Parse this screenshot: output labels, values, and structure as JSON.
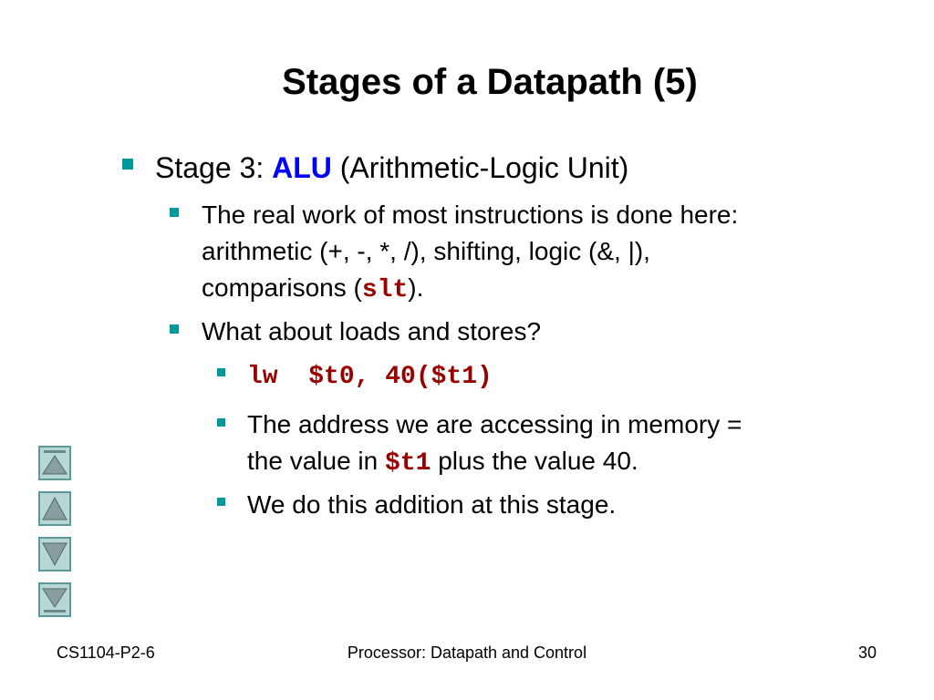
{
  "slide": {
    "title": "Stages of a Datapath (5)",
    "l1": {
      "prefix": "Stage 3: ",
      "highlight": "ALU",
      "suffix": " (Arithmetic-Logic Unit)"
    },
    "l2a": {
      "line1": "The real work of most instructions is done here:",
      "line2": "arithmetic (+, -, *, /), shifting, logic (&, |),",
      "line3_prefix": "comparisons (",
      "line3_code": "slt",
      "line3_suffix": ")."
    },
    "l2b": "What about loads and stores?",
    "l3a_code": "lw  $t0, 40($t1)",
    "l3b": {
      "line1": "The address we are accessing in memory =",
      "line2_prefix": "the value in ",
      "line2_code": "$t1",
      "line2_suffix": " plus the value 40."
    },
    "l3c": "We do this addition at this stage."
  },
  "footer": {
    "left": "CS1104-P2-6",
    "center": "Processor: Datapath and Control",
    "right": "30"
  },
  "nav": {
    "icons": [
      "first-slide-icon",
      "previous-slide-icon",
      "next-slide-icon",
      "last-slide-icon"
    ]
  },
  "colors": {
    "bullet": "#009999",
    "highlight": "#0000ff",
    "code": "#990000"
  }
}
